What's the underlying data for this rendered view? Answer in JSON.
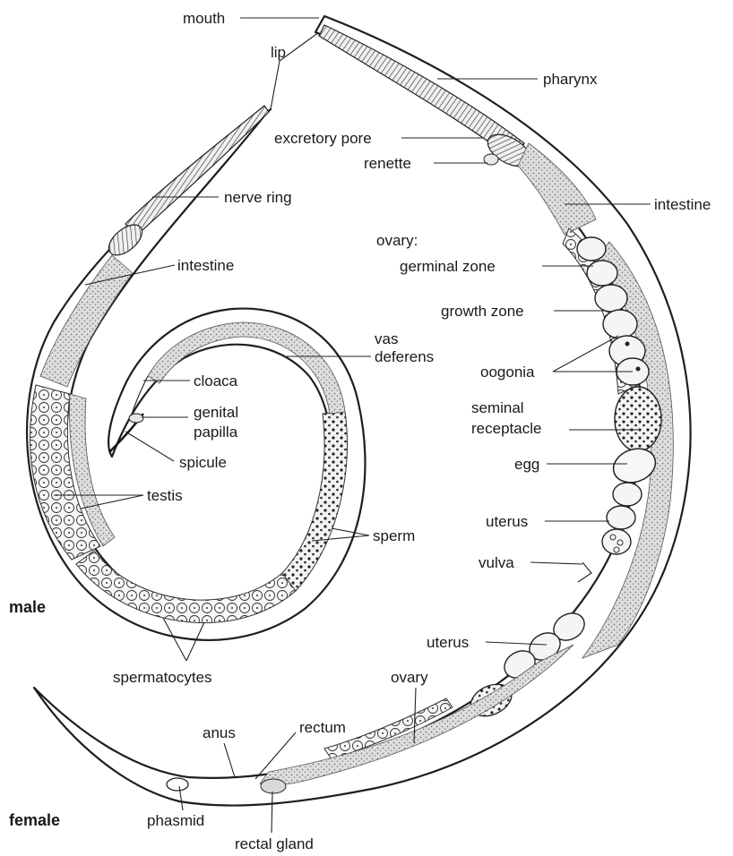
{
  "labels": {
    "mouth": "mouth",
    "lip": "lip",
    "pharynx": "pharynx",
    "excretory_pore": "excretory pore",
    "renette": "renette",
    "intestine_female": "intestine",
    "nerve_ring": "nerve ring",
    "intestine_male": "intestine",
    "ovary_heading": "ovary:",
    "germinal_zone": "germinal zone",
    "growth_zone": "growth zone",
    "vas": "vas",
    "deferens": "deferens",
    "oogonia": "oogonia",
    "cloaca": "cloaca",
    "genital": "genital",
    "papilla": "papilla",
    "seminal": "seminal",
    "receptacle": "receptacle",
    "spicule": "spicule",
    "egg": "egg",
    "testis": "testis",
    "uterus_upper": "uterus",
    "sperm": "sperm",
    "vulva": "vulva",
    "male": "male",
    "uterus_lower": "uterus",
    "spermatocytes": "spermatocytes",
    "ovary": "ovary",
    "anus": "anus",
    "rectum": "rectum",
    "female": "female",
    "phasmid": "phasmid",
    "rectal_gland": "rectal gland"
  }
}
